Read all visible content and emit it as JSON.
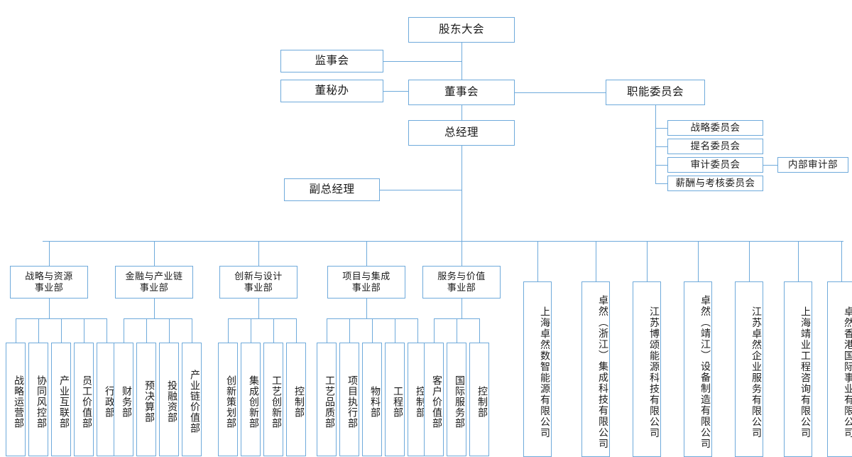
{
  "meta": {
    "title": "组织架构图",
    "accent_color": "#6FAADB",
    "box_fill": "#FFFFFF",
    "text_color": "#1A1A1A"
  },
  "governance": {
    "shareholders_meeting": "股东大会",
    "supervisory_board": "监事会",
    "board_secretary_office": "董秘办",
    "board_of_directors": "董事会",
    "general_manager": "总经理",
    "deputy_general_manager": "副总经理",
    "functional_committee": "职能委员会",
    "internal_audit_dept": "内部审计部"
  },
  "committees": [
    {
      "label": "战略委员会"
    },
    {
      "label": "提名委员会"
    },
    {
      "label": "审计委员会"
    },
    {
      "label": "薪酬与考核委员会"
    }
  ],
  "divisions": [
    {
      "label": "战略与资源\n事业部",
      "line1": "战略与资源",
      "line2": "事业部",
      "departments": [
        "战略运营部",
        "协同风控部",
        "产业互联部",
        "员工价值部",
        "行政部"
      ]
    },
    {
      "label": "金融与产业链\n事业部",
      "line1": "金融与产业链",
      "line2": "事业部",
      "departments": [
        "财务部",
        "预决算部",
        "投融资部",
        "产业链价值部"
      ]
    },
    {
      "label": "创新与设计\n事业部",
      "line1": "创新与设计",
      "line2": "事业部",
      "departments": [
        "创新策划部",
        "集成创新部",
        "工艺创新部",
        "控制部"
      ]
    },
    {
      "label": "项目与集成\n事业部",
      "line1": "项目与集成",
      "line2": "事业部",
      "departments": [
        "工艺品质部",
        "项目执行部",
        "物料部",
        "工程部",
        "控制部"
      ]
    },
    {
      "label": "服务与价值\n事业部",
      "line1": "服务与价值",
      "line2": "事业部",
      "departments": [
        "客户价值部",
        "国际服务部",
        "控制部"
      ]
    }
  ],
  "subsidiaries": [
    {
      "label": "上海卓然数智能源有限公司"
    },
    {
      "label": "卓然（浙江）集成科技有限公司"
    },
    {
      "label": "江苏博颂能源科技有限公司"
    },
    {
      "label": "卓然（靖江）设备制造有限公司"
    },
    {
      "label": "江苏卓然企业服务有限公司"
    },
    {
      "label": "上海靖业工程咨询有限公司"
    },
    {
      "label": "卓然香港国际事业有限公司"
    }
  ]
}
